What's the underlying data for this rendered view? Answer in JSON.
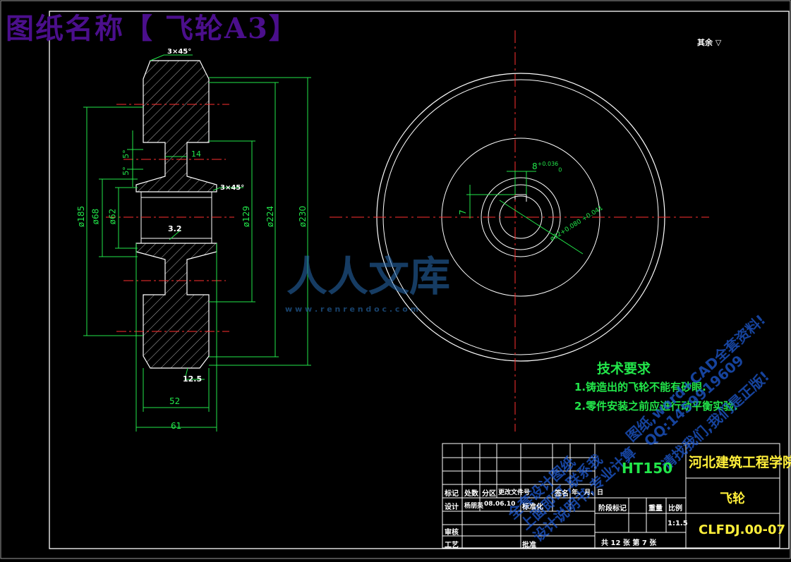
{
  "title": "图纸名称【 飞轮A3】",
  "roughness_note": "其余",
  "tech_requirements": {
    "heading": "技术要求",
    "items": [
      "1.铸造出的飞轮不能有砂眼.",
      "2.零件安装之前应进行动平衡实验."
    ]
  },
  "dimensions": {
    "chamfer_top": "3×45°",
    "chamfer_hub": "3×45°",
    "groove_width": "14",
    "angle_a": "5°",
    "angle_b": "5°",
    "dia_185": "ø185",
    "dia_68": "ø68",
    "dia_62": "ø62",
    "dia_129": "ø129",
    "dia_224": "ø224",
    "dia_230": "ø230",
    "rough_32": "3.2",
    "rough_125": "12.5",
    "width_52": "52",
    "width_61": "61",
    "keyway_8": "8",
    "keyway_8_tol": "+0.036",
    "keyway_8_tol2": "0",
    "keyway_7": "7",
    "bore": "ø32+0.080",
    "bore_tol2": "+0.041"
  },
  "watermark": {
    "brand": "人人文库",
    "url": "w w w . r e n r e n d o c . c o m",
    "line1": "图纸,word+CAD全套资料!",
    "line2": "QQ:1459919609",
    "line3": "请找我们,我们是正版!",
    "line4": "全套设计图纸",
    "line5": "上面即可,联系我",
    "line6": "设计说明书,专业计算"
  },
  "title_block": {
    "material": "HT150",
    "school": "河北建筑工程学院",
    "part_name": "飞轮",
    "drawing_no": "CLFDJ.00-07",
    "scale_label": "比例",
    "scale": "1:1.5",
    "weight_label": "重量",
    "stage_label": "阶段标记",
    "sheets": "共 12 张  第 7 张",
    "mark": "标记",
    "count": "处数",
    "zone": "分区",
    "change_doc": "更改文件号",
    "sign": "签名",
    "date": "年、月、日",
    "design": "设计",
    "designer": "杨朋英",
    "std": "标准化",
    "std_date": "08.06.10",
    "review": "审核",
    "process": "工艺",
    "approve": "批准"
  }
}
